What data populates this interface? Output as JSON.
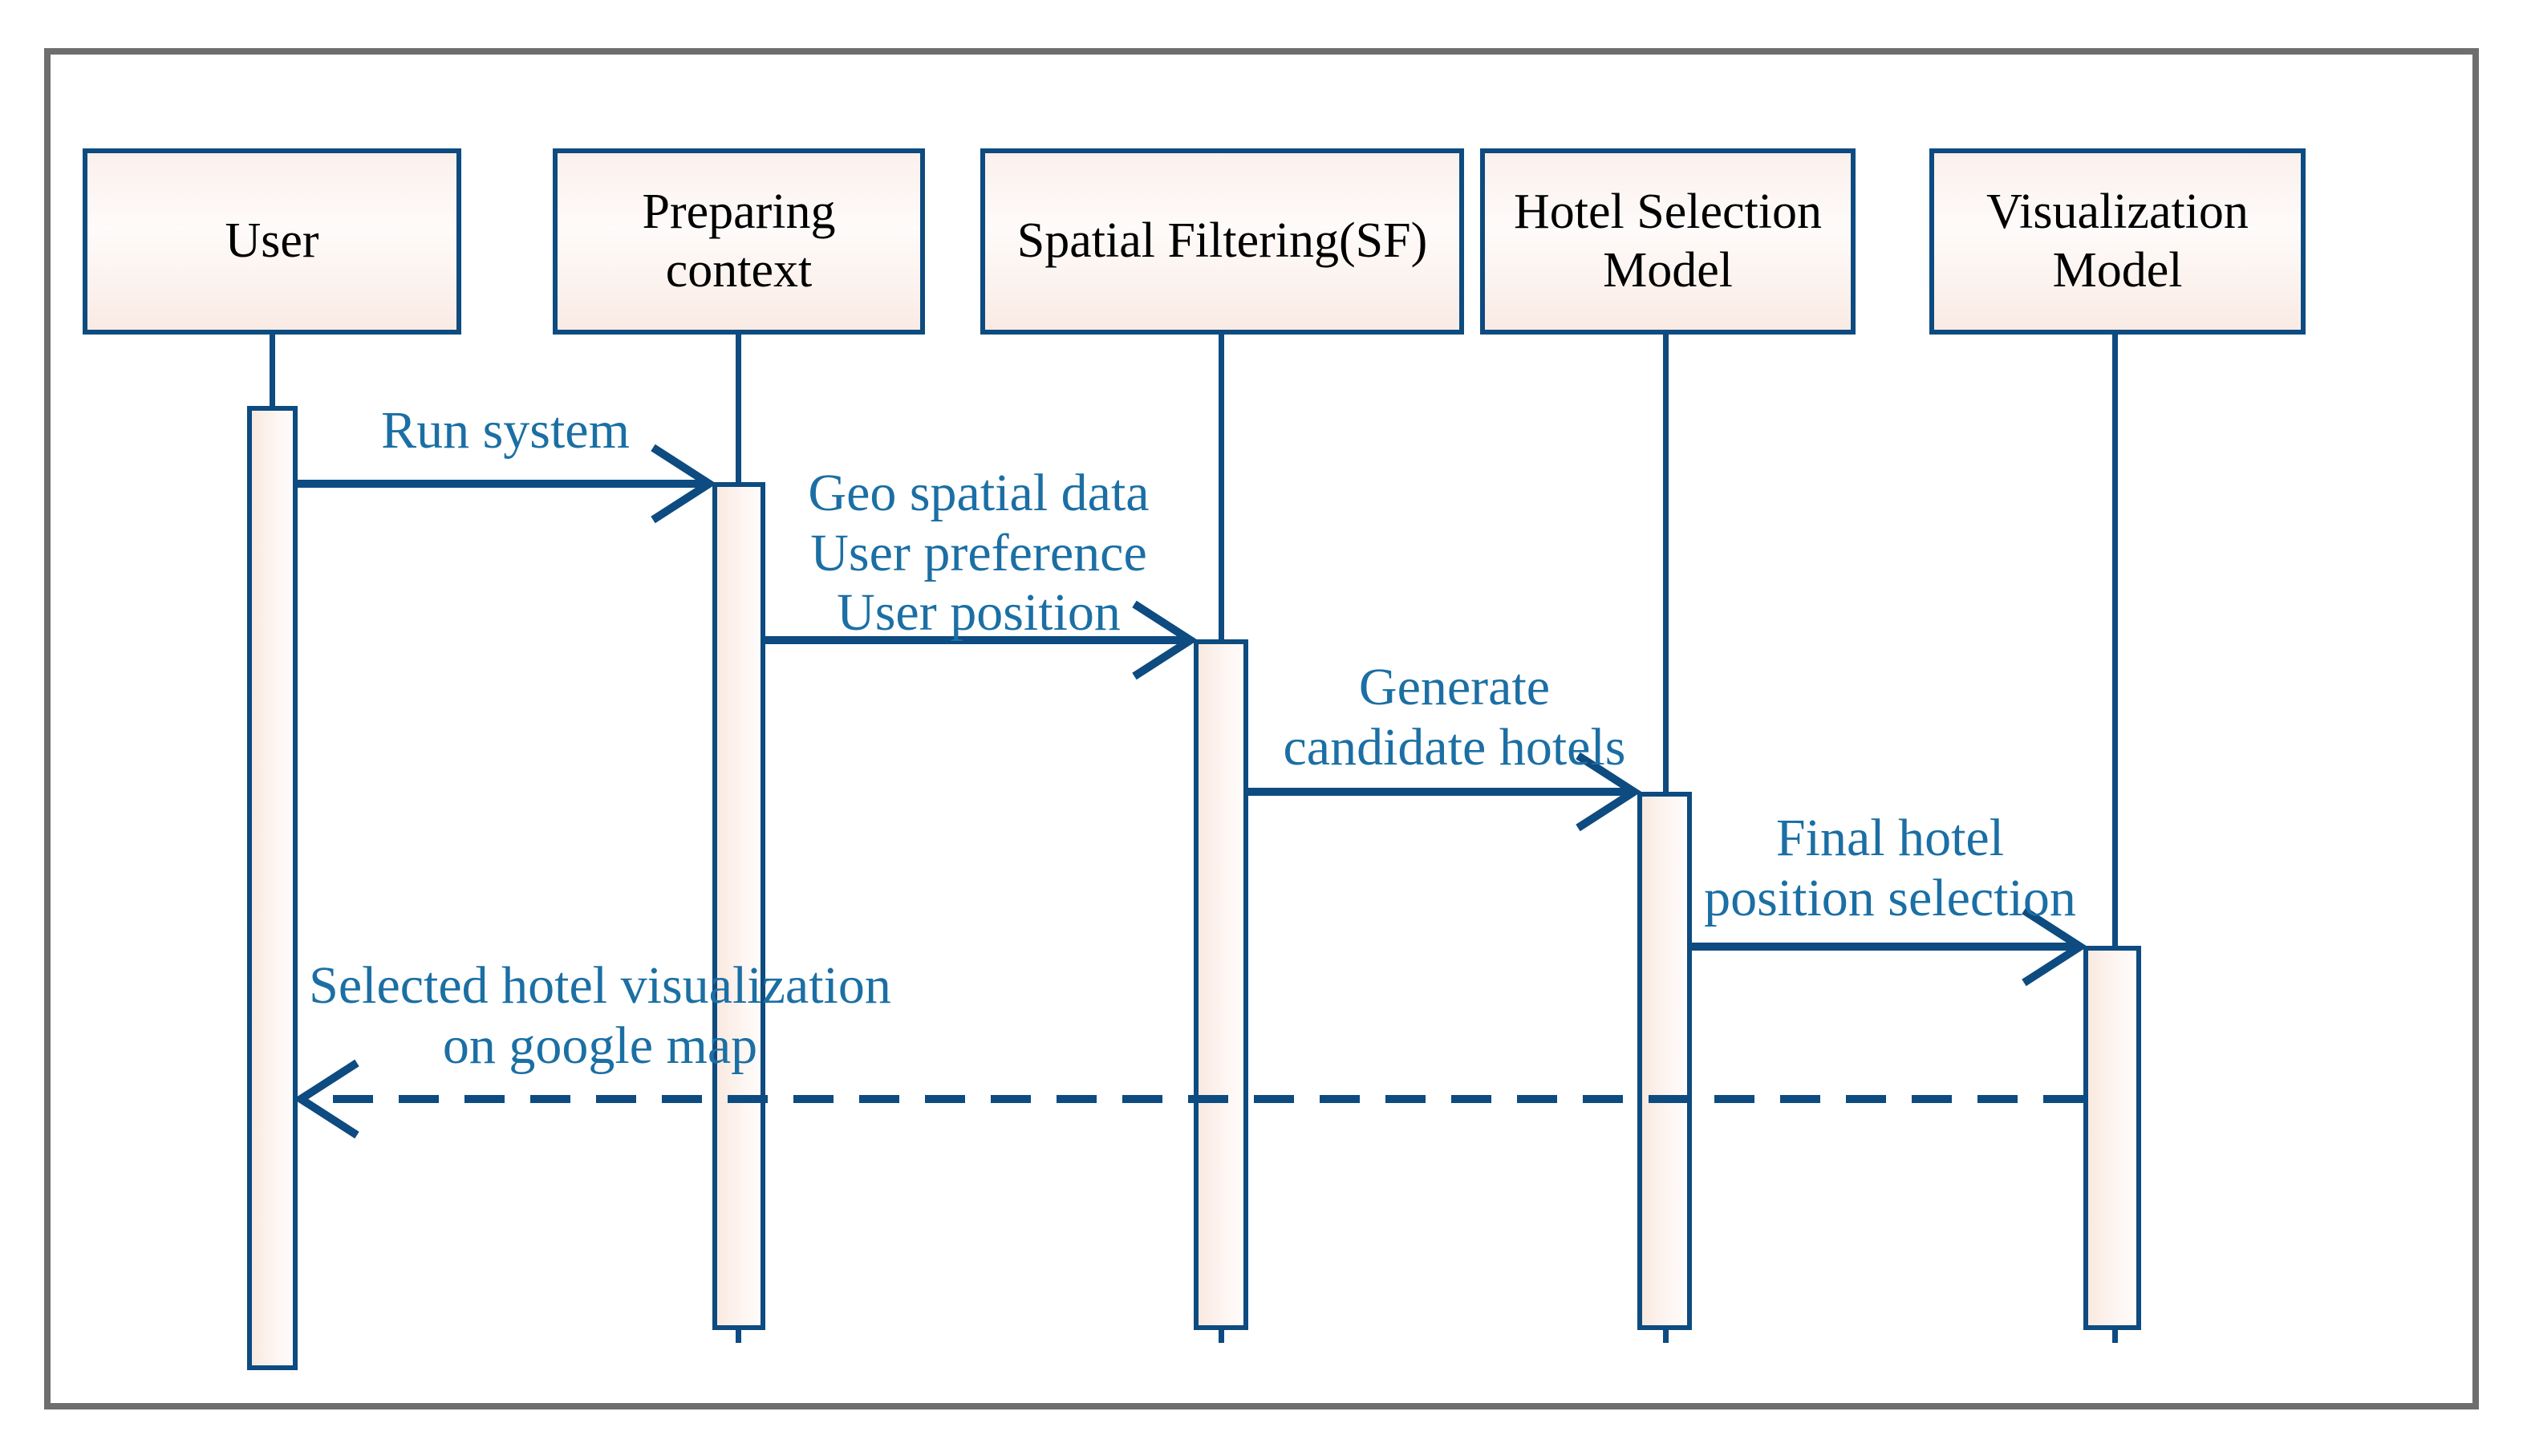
{
  "diagram": {
    "type": "uml-sequence-diagram",
    "title": "Hotel selection system sequence",
    "actors": [
      {
        "id": "user",
        "lines": [
          "User"
        ]
      },
      {
        "id": "preparing-context",
        "lines": [
          "Preparing",
          "context"
        ]
      },
      {
        "id": "spatial-filtering",
        "lines": [
          "Spatial Filtering(SF)"
        ]
      },
      {
        "id": "hotel-selection-model",
        "lines": [
          "Hotel Selection",
          "Model"
        ]
      },
      {
        "id": "visualization-model",
        "lines": [
          "Visualization",
          "Model"
        ]
      }
    ],
    "messages": [
      {
        "from": "user",
        "to": "preparing-context",
        "style": "solid",
        "lines": [
          "Run system"
        ]
      },
      {
        "from": "preparing-context",
        "to": "spatial-filtering",
        "style": "solid",
        "lines": [
          "Geo spatial data",
          "User preference",
          "User position"
        ]
      },
      {
        "from": "spatial-filtering",
        "to": "hotel-selection-model",
        "style": "solid",
        "lines": [
          "Generate",
          "candidate hotels"
        ]
      },
      {
        "from": "hotel-selection-model",
        "to": "visualization-model",
        "style": "solid",
        "lines": [
          "Final hotel",
          "position selection"
        ]
      },
      {
        "from": "visualization-model",
        "to": "user",
        "style": "dashed",
        "lines": [
          "Selected hotel visualization",
          "on google map"
        ]
      }
    ]
  },
  "colors": {
    "line_blue": "#0d4b80",
    "message_text_blue": "#1b6fa4",
    "actor_text": "#000000",
    "box_fill_pink": "#faebe4",
    "box_fill_light": "#fefbfa",
    "frame_gray": "#6e6e6e",
    "background": "#ffffff"
  }
}
